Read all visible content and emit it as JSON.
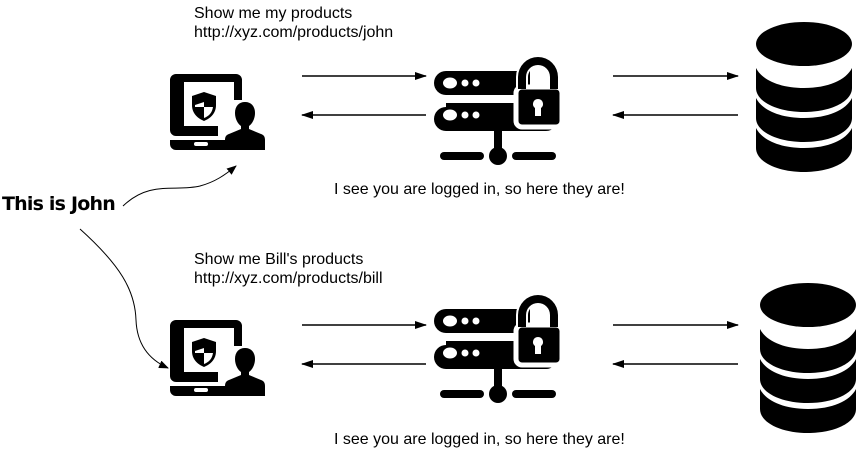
{
  "diagram": {
    "annotation": "This is John",
    "scenarios": [
      {
        "request_title": "Show me my products",
        "request_url": "http://xyz.com/products/john",
        "response": "I see you are logged in, so here they are!"
      },
      {
        "request_title": "Show me Bill's products",
        "request_url": "http://xyz.com/products/bill",
        "response": "I see you are logged in, so here they are!"
      }
    ],
    "icons": {
      "client": "laptop-user-shield-icon",
      "server": "secure-server-lock-icon",
      "database": "database-icon"
    }
  }
}
